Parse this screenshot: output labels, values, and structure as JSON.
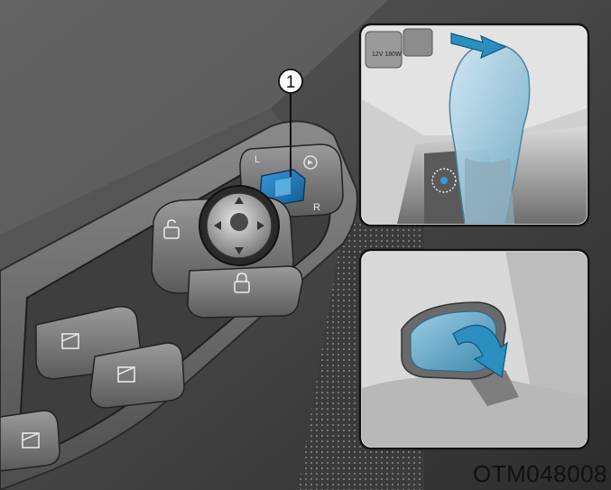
{
  "callout": {
    "number": "1"
  },
  "switch_labels": {
    "left": "L",
    "right": "R"
  },
  "socket_label": "12V 180W",
  "figure_code": "OTM048008",
  "icons": [
    "mirror-fold-icon",
    "mirror-joystick-icon",
    "door-lock-icon",
    "window-switch-icon"
  ],
  "colors": {
    "highlight": "#1f78b8",
    "mirror_glass": "#5fa6c8",
    "arrow": "#2a8fc0"
  }
}
